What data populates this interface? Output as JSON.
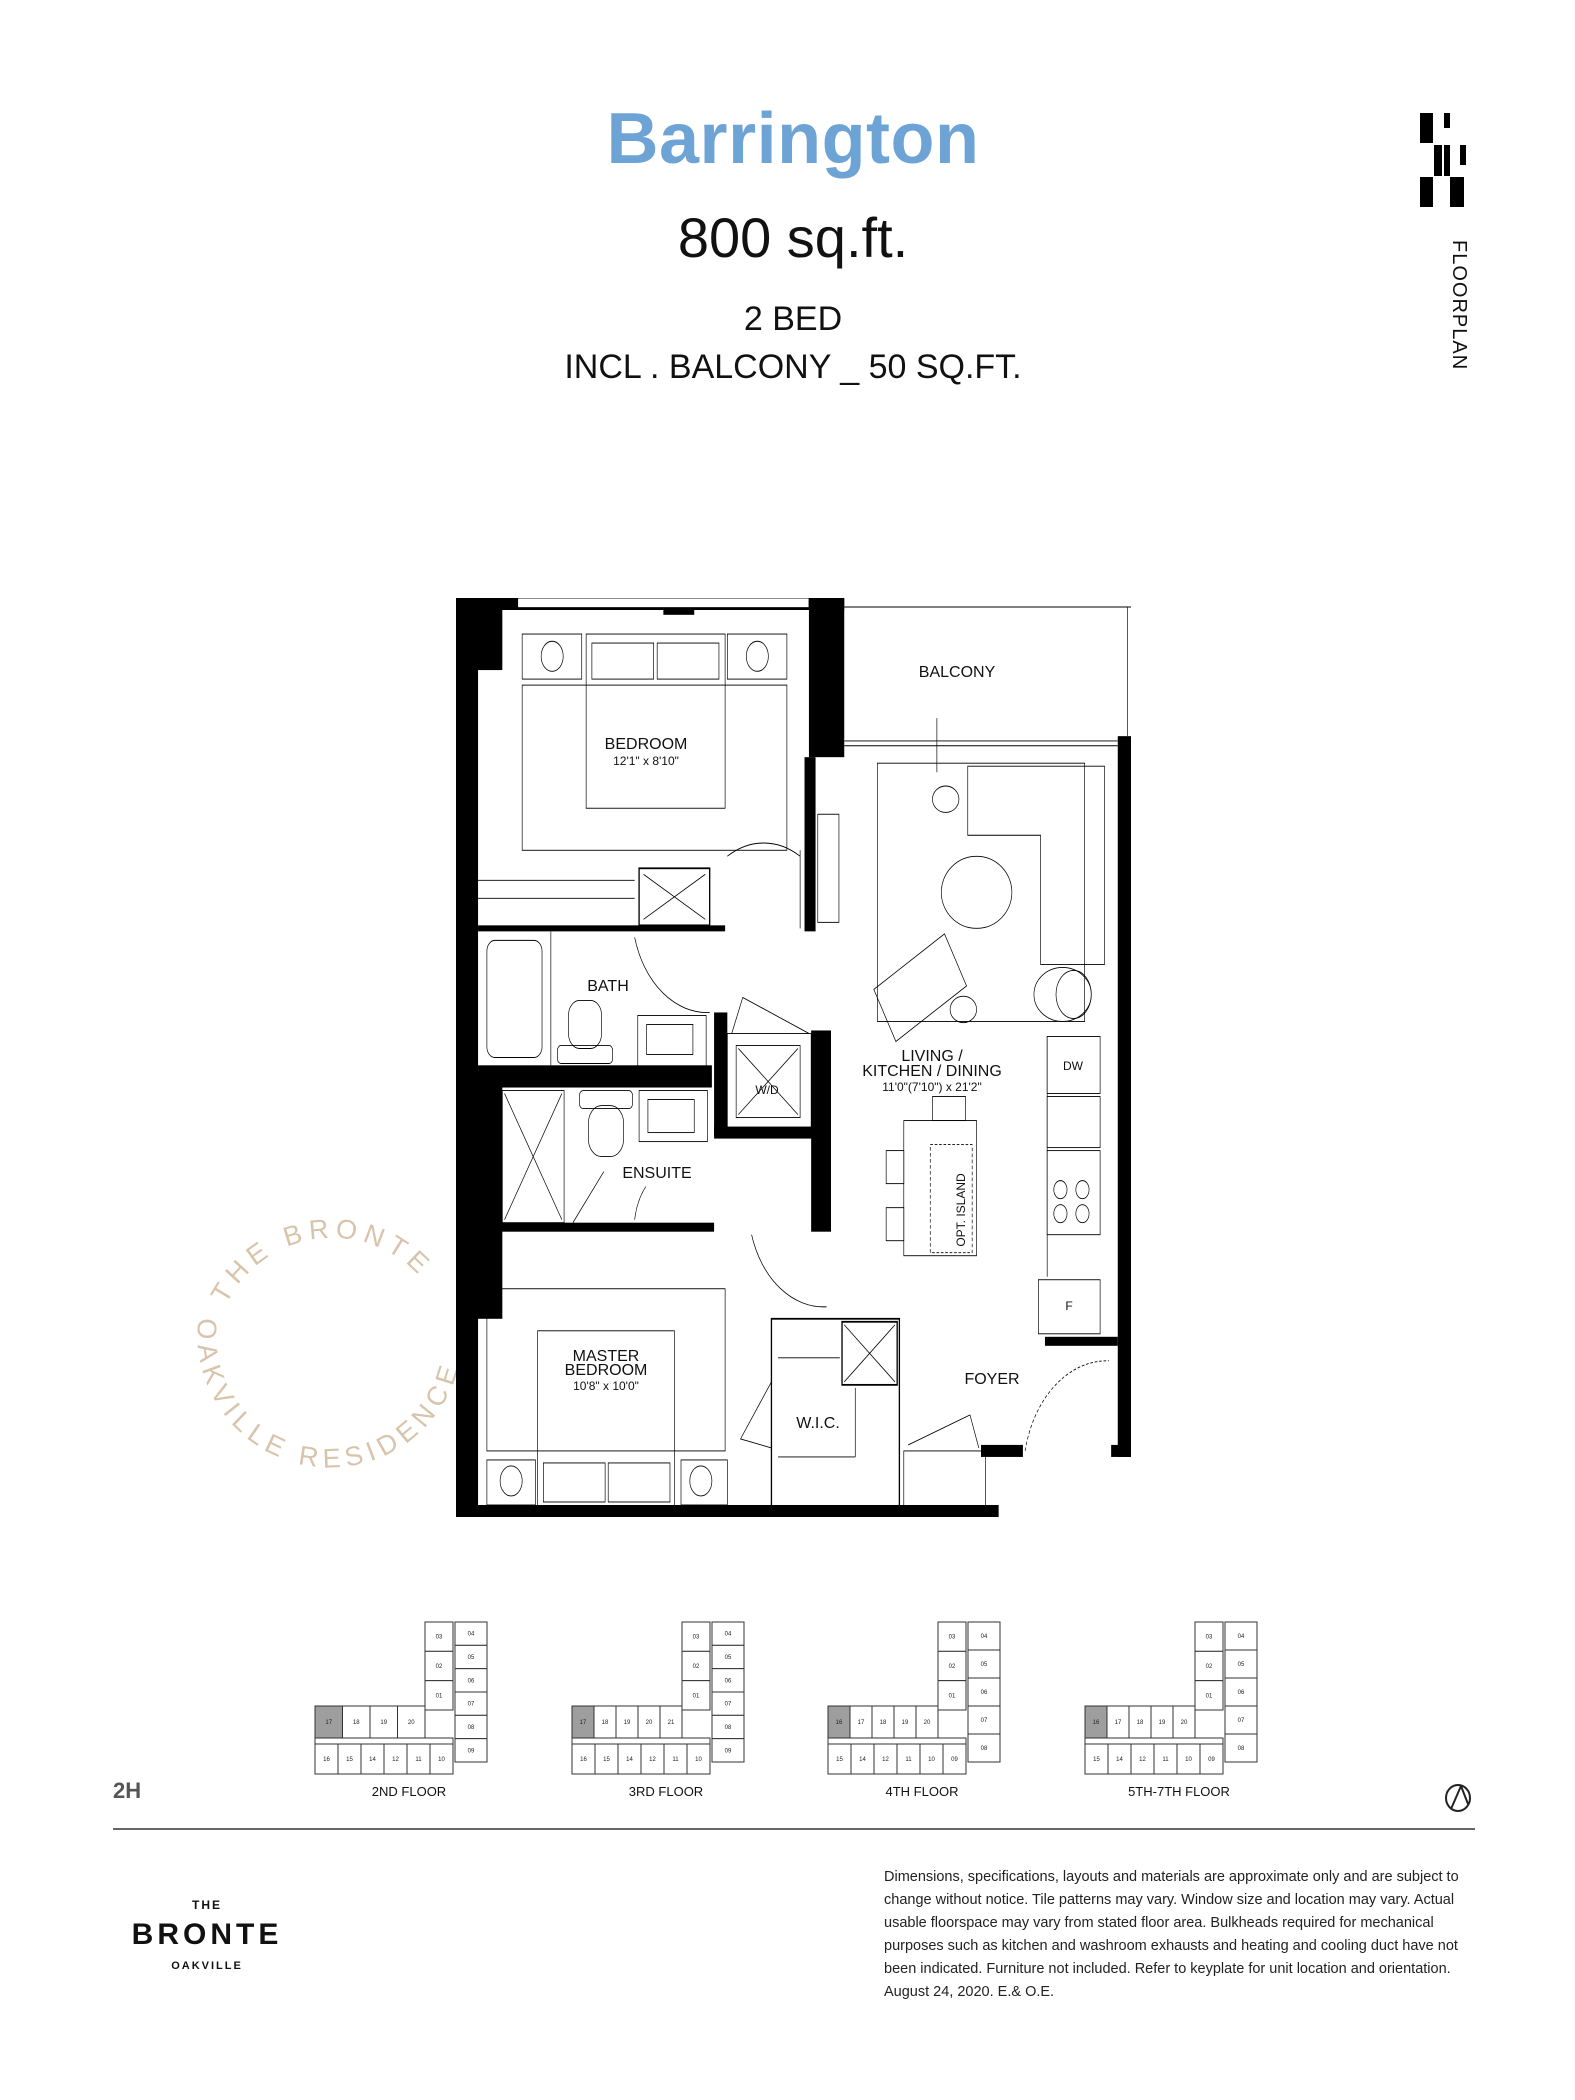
{
  "header": {
    "title": "Barrington",
    "area": "800 sq.ft.",
    "bedrooms": "2 BED",
    "balcony_note": "INCL . BALCONY _ 50 SQ.FT.",
    "side_label": "FLOORPLAN"
  },
  "colors": {
    "title": "#6ea3d6",
    "watermark": "#d8c3ab",
    "keyplate_highlight": "#9e9e9e"
  },
  "watermark": {
    "top": "THE BRONTE",
    "bottom": "OAKVILLE RESIDENCES"
  },
  "rooms": {
    "balcony": "BALCONY",
    "bedroom": "BEDROOM",
    "bedroom_dims": "12'1\" x 8'10\"",
    "bath": "BATH",
    "living_1": "LIVING /",
    "living_2": "KITCHEN / DINING",
    "living_dims": "11'0\"(7'10\") x 21'2\"",
    "wd": "W/D",
    "dw": "DW",
    "ensuite": "ENSUITE",
    "island": "OPT. ISLAND",
    "fridge": "F",
    "master_1": "MASTER",
    "master_2": "BEDROOM",
    "master_dims": "10'8\" x 10'0\"",
    "foyer": "FOYER",
    "wic": "W.I.C."
  },
  "keyplates": {
    "unit_code": "2H",
    "floors": [
      {
        "label": "2ND FLOOR",
        "highlight": "17",
        "top_row": [
          "17",
          "18",
          "19",
          "20"
        ],
        "bottom_row": [
          "16",
          "15",
          "14",
          "12",
          "11",
          "10"
        ],
        "wing_left": [
          "03",
          "02",
          "01"
        ],
        "wing_right": [
          "04",
          "05",
          "06",
          "07",
          "08",
          "09"
        ]
      },
      {
        "label": "3RD FLOOR",
        "highlight": "17",
        "top_row": [
          "17",
          "18",
          "19",
          "20",
          "21"
        ],
        "bottom_row": [
          "16",
          "15",
          "14",
          "12",
          "11",
          "10"
        ],
        "wing_left": [
          "03",
          "02",
          "01"
        ],
        "wing_right": [
          "04",
          "05",
          "06",
          "07",
          "08",
          "09"
        ]
      },
      {
        "label": "4TH FLOOR",
        "highlight": "16",
        "top_row": [
          "16",
          "17",
          "18",
          "19",
          "20"
        ],
        "bottom_row": [
          "15",
          "14",
          "12",
          "11",
          "10",
          "09"
        ],
        "wing_left": [
          "03",
          "02",
          "01"
        ],
        "wing_right": [
          "04",
          "05",
          "06",
          "07",
          "08"
        ]
      },
      {
        "label": "5TH-7TH FLOOR",
        "highlight": "16",
        "top_row": [
          "16",
          "17",
          "18",
          "19",
          "20"
        ],
        "bottom_row": [
          "15",
          "14",
          "12",
          "11",
          "10",
          "09"
        ],
        "wing_left": [
          "03",
          "02",
          "01"
        ],
        "wing_right": [
          "04",
          "05",
          "06",
          "07",
          "08"
        ]
      }
    ]
  },
  "footer": {
    "logo_the": "THE",
    "logo_name": "BRONTE",
    "logo_place": "OAKVILLE",
    "disclaimer": "Dimensions, specifications, layouts and materials are approximate only and are subject to change without notice. Tile patterns may vary. Window size and location may vary. Actual usable floorspace may vary from stated floor area. Bulkheads required for mechanical purposes such as kitchen and washroom exhausts and heating and cooling duct have not been indicated.  Furniture not included. Refer to keyplate for unit location and orientation. August 24, 2020. E.& O.E."
  }
}
